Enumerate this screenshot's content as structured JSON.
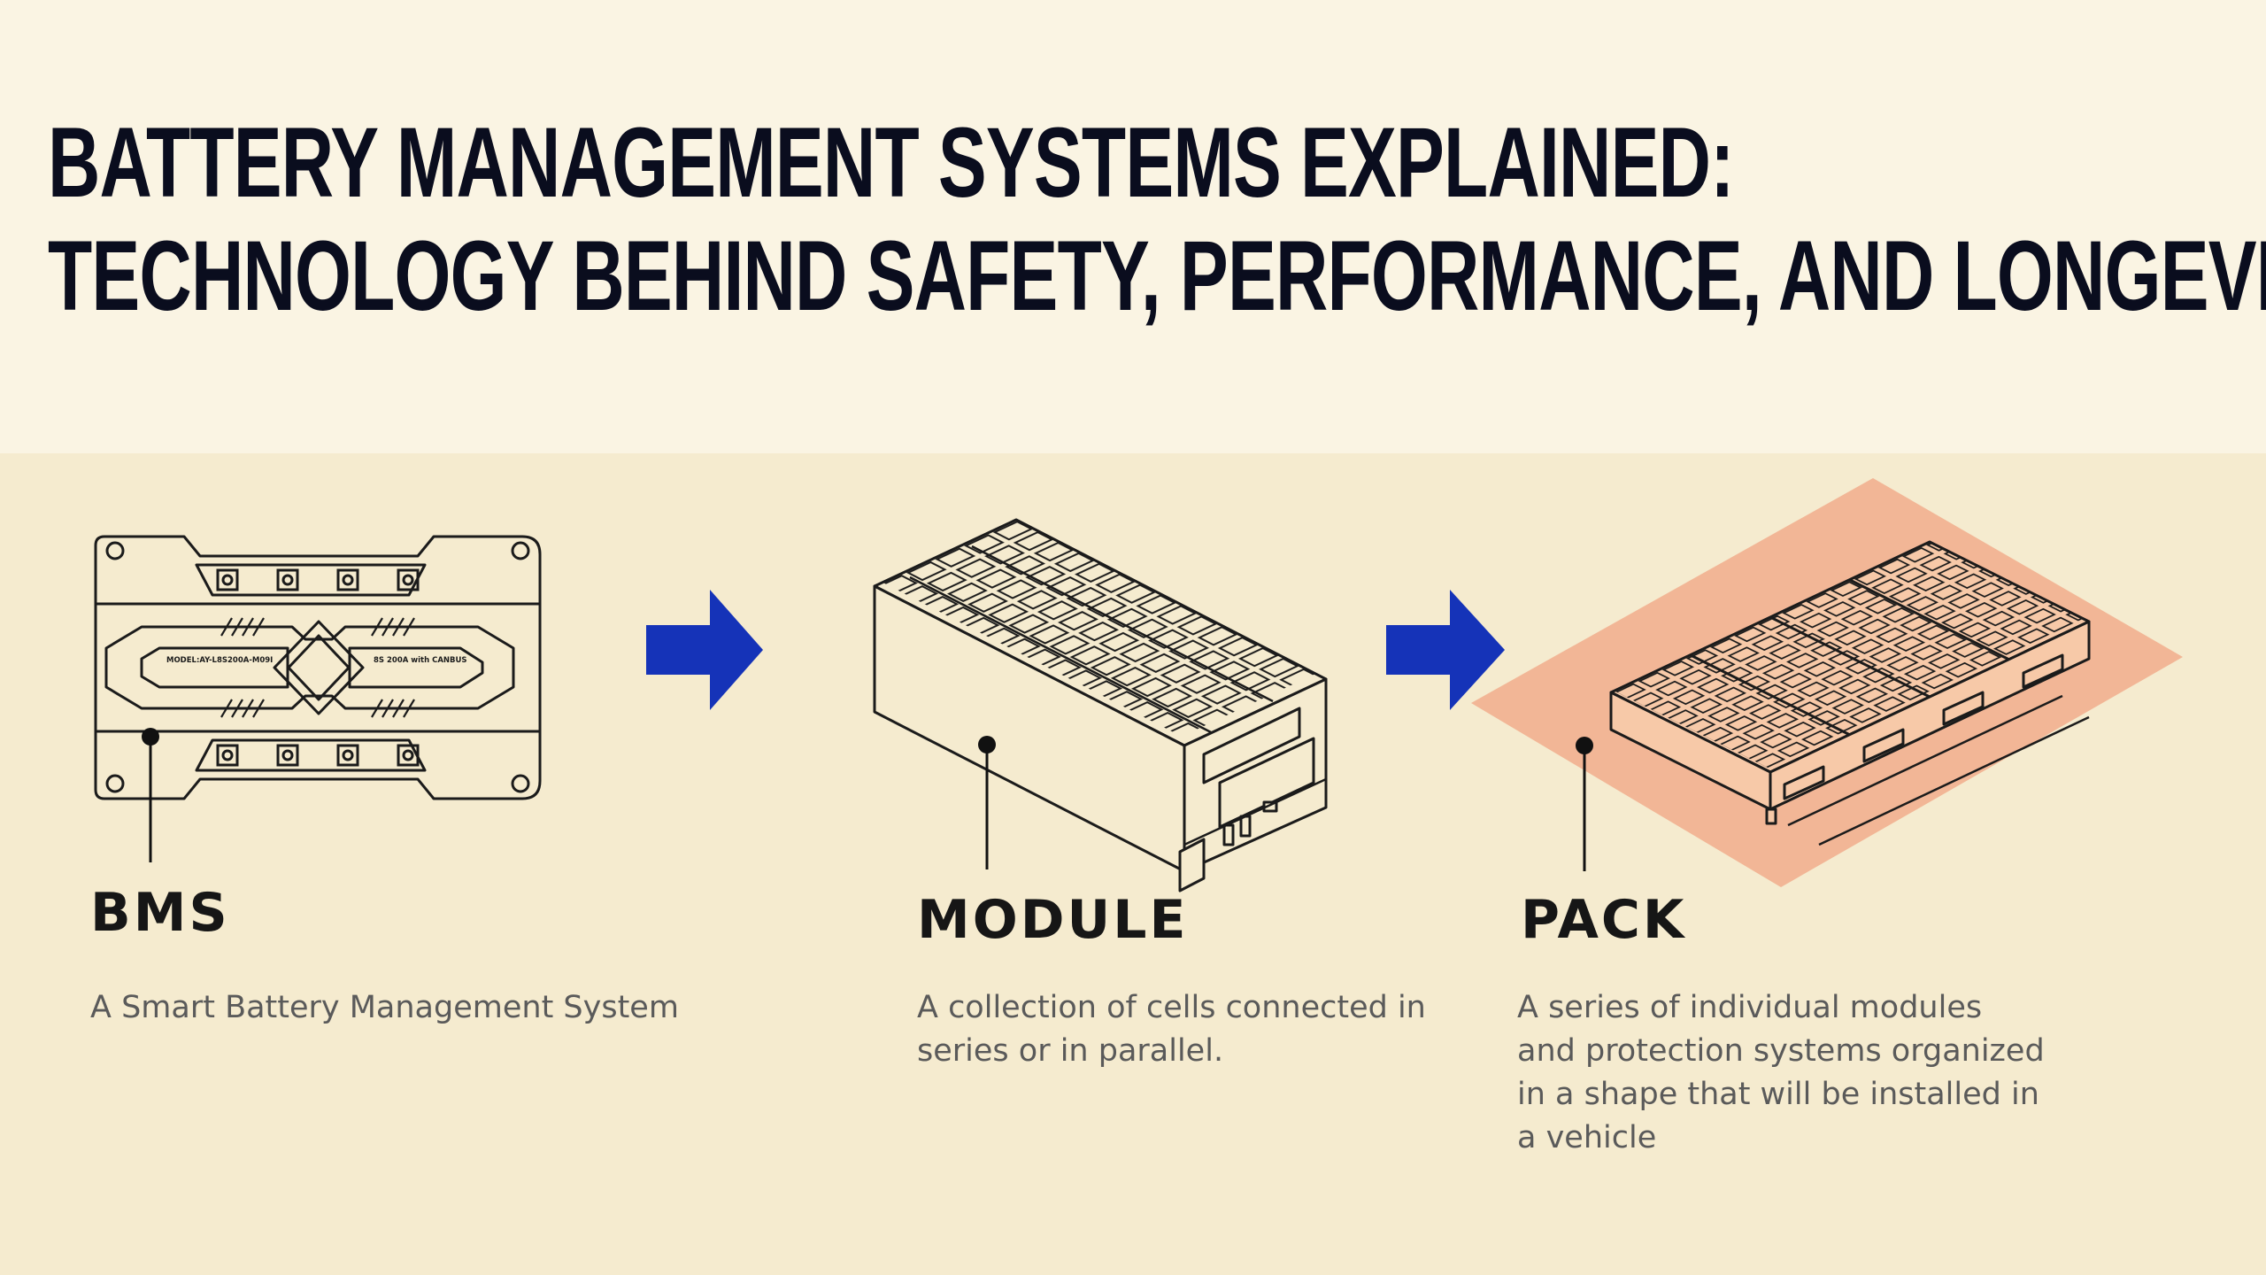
{
  "title": {
    "line1": "BATTERY MANAGEMENT SYSTEMS EXPLAINED:",
    "line2": "TECHNOLOGY BEHIND SAFETY, PERFORMANCE, AND LONGEVITY"
  },
  "colors": {
    "arrow": "#1533b8",
    "pack_base": "#f2b08f",
    "line": "#1b1b1b",
    "header_bg": "#faf4e3",
    "band_bg": "#f5ebcf"
  },
  "bms": {
    "label": "BMS",
    "description": "A Smart Battery Management System",
    "board_model": "MODEL:AY-L8S200A-M09I",
    "board_spec": "8S 200A with CANBUS"
  },
  "module": {
    "label": "MODULE",
    "description": "A collection of cells connected in\nseries or in parallel."
  },
  "pack": {
    "label": "PACK",
    "description": "A series of individual modules\nand protection systems organized\nin a shape that will be installed in\na vehicle"
  }
}
